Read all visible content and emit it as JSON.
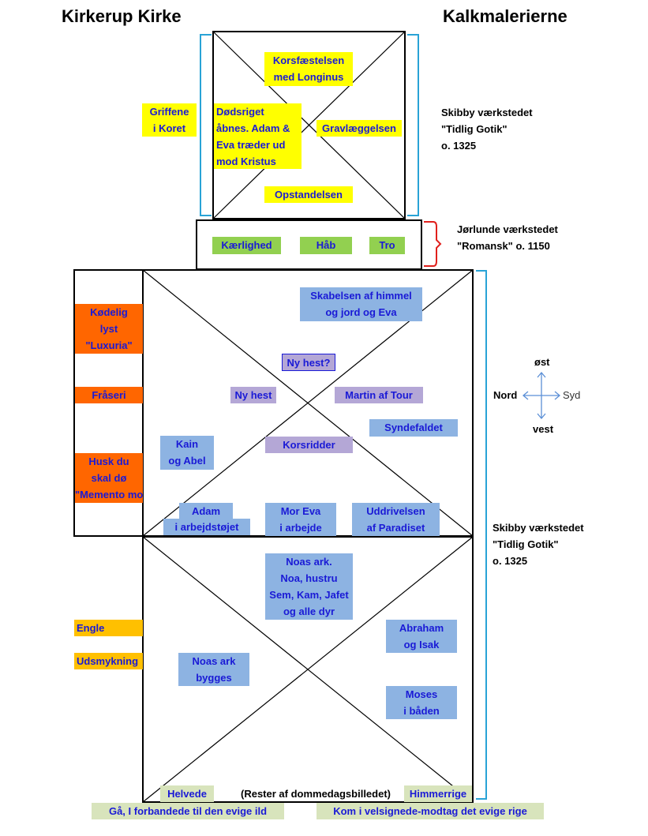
{
  "header": {
    "left_title": "Kirkerup Kirke",
    "right_title": "Kalkmalerierne"
  },
  "notes": {
    "top": "Skibby værkstedet\n\"Tidlig Gotik\"\no. 1325",
    "middle": "Jørlunde værkstedet\n\"Romansk\" o. 1150",
    "bottom": "Skibby værkstedet\n\"Tidlig Gotik\"\no. 1325"
  },
  "compass": {
    "north": "øst",
    "south": "vest",
    "west": "Nord",
    "east": "Syd"
  },
  "choir": {
    "griffins": "Griffene\ni Koret",
    "crucifixion": "Korsfæstelsen\nmed Longinus",
    "hell_opened": "Dødsriget\nåbnes. Adam &\nEva træder ud\nmod Kristus",
    "burial": "Gravlæggelsen",
    "resurrection": "Opstandelsen"
  },
  "arch": {
    "love": "Kærlighed",
    "hope": "Håb",
    "faith": "Tro"
  },
  "vault1": {
    "creation": "Skabelsen af himmel\nog jord og Eva",
    "lust": "Kødelig\nlyst\n\"Luxuria\"",
    "new_horse_q": "Ny hest?",
    "talk": "Fråseri",
    "new_horse": "Ny hest",
    "martin": "Martin af Tour",
    "fall": "Syndefaldet",
    "cain": "Kain\nog Abel",
    "knight": "Korsridder",
    "memento": "Husk du\nskal dø\n\"Memento mori\"",
    "adam": "Adam\ni arbejdstøjet",
    "eve": "Mor Eva\ni arbejde",
    "expulsion": "Uddrivelsen\naf Paradiset"
  },
  "vault2": {
    "ark": "Noas ark.\nNoa, hustru\nSem, Kam, Jafet\nog alle dyr",
    "angels": "Engle",
    "abraham": "Abraham\nog Isak",
    "decoration": "Udsmykning",
    "ark_built": "Noas ark\nbygges",
    "moses": "Moses\ni båden",
    "hell": "Helvede",
    "remains": "(Rester af dommedagsbilledet)",
    "heaven": "Himmerrige",
    "cursed": "Gå, I forbandede til den evige ild",
    "blessed": "Kom i velsignede-modtag det evige rige"
  },
  "colors": {
    "bracket_blue": "#29a3d6",
    "bracket_red": "#e0201c",
    "label_text": "#1a1ad6",
    "compass": "#5b8fd6"
  }
}
